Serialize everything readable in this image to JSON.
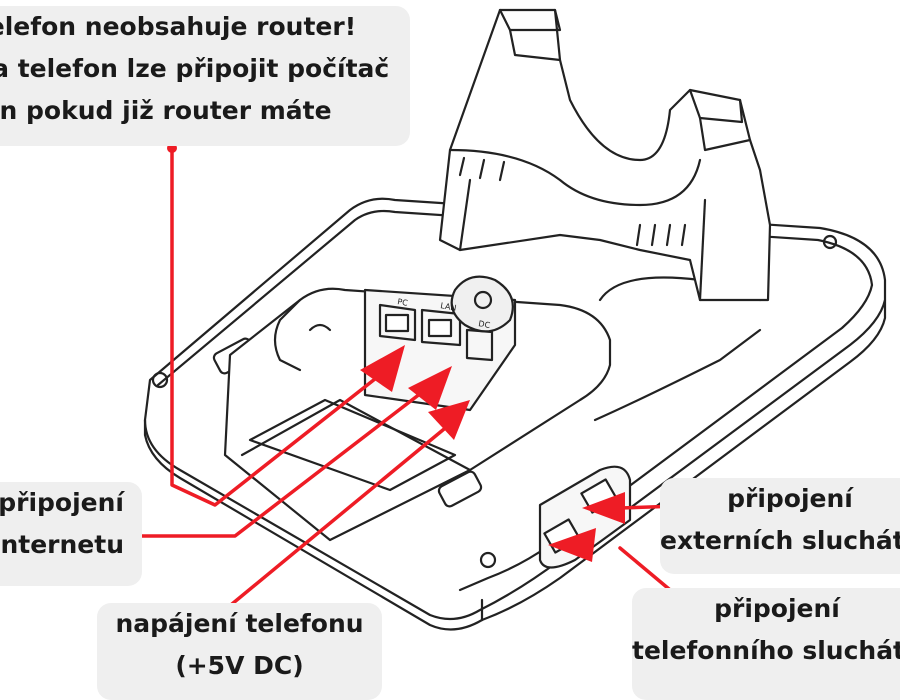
{
  "callouts": {
    "router_note": {
      "lines": [
        "Telefon neobsahuje router!",
        "Za telefon lze připojit počítač",
        "jen pokud již router máte"
      ]
    },
    "internet": {
      "lines": [
        "připojení",
        "internetu"
      ]
    },
    "power": {
      "lines": [
        "napájení telefonu",
        "(+5V DC)"
      ]
    },
    "external_handset": {
      "lines": [
        "připojení",
        "externích sluchátek"
      ]
    },
    "phone_handset": {
      "lines": [
        "připojení",
        "telefonního sluchátka"
      ]
    }
  },
  "port_labels": {
    "pc": "PC",
    "lan": "LAN",
    "dc": "DC"
  },
  "colors": {
    "arrow": "#ee1c25",
    "box_bg": "#efefef",
    "outline": "#222222"
  }
}
